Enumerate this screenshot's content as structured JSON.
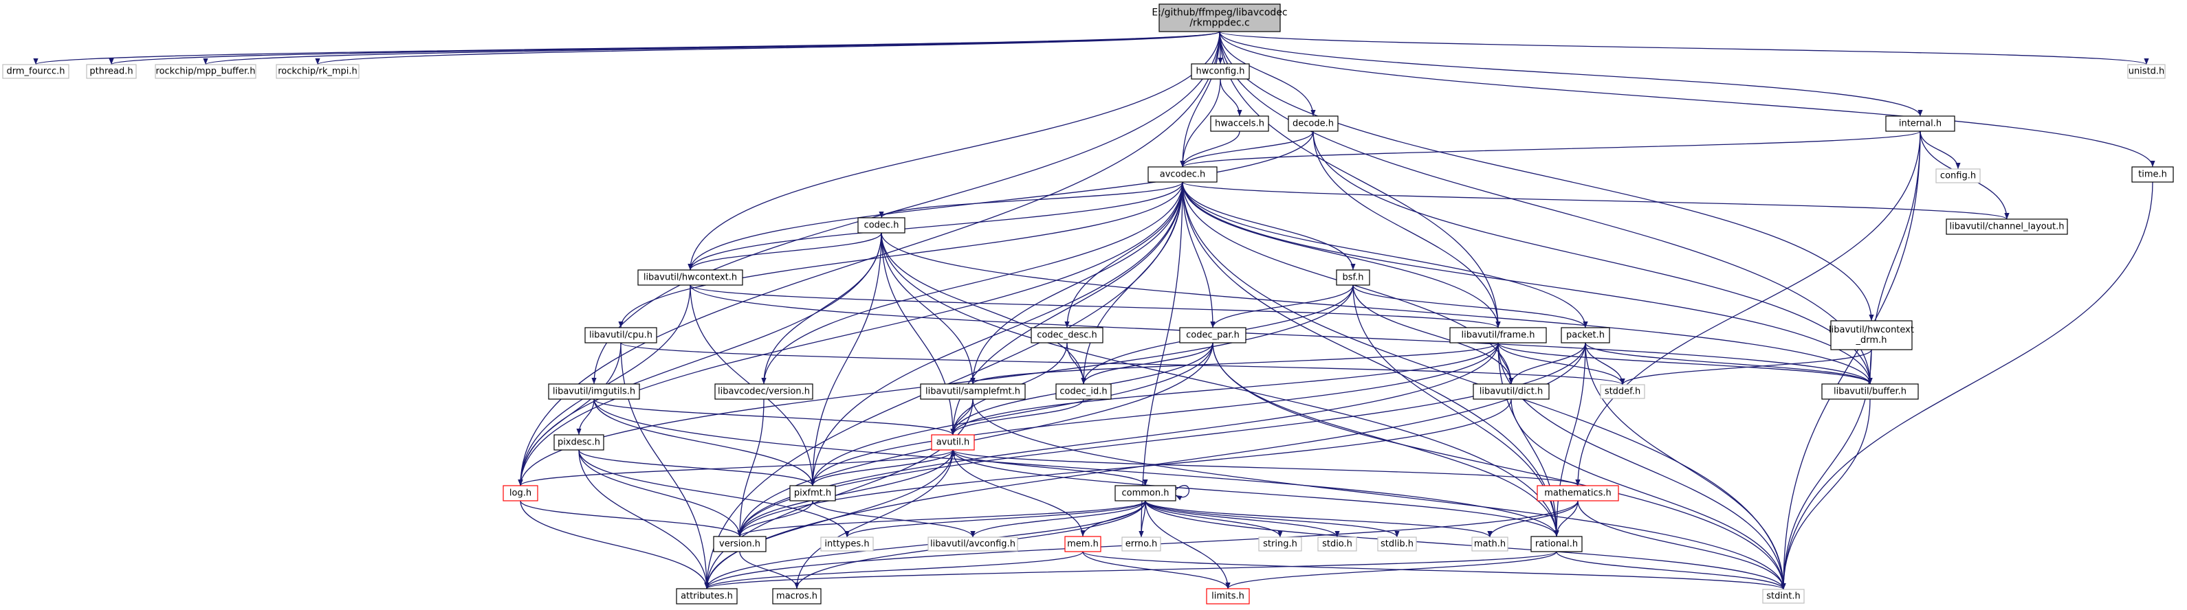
{
  "title": "E:/github/ffmpeg/libavcodec/rkmppdec.c",
  "colors": {
    "edge": "#191970",
    "root_fill": "#bfbfbf",
    "node_border": "#000000",
    "external_border": "#bfbfbf",
    "incomplete_border": "#ff0000"
  },
  "nodes": {
    "root": {
      "label": [
        "E:/github/ffmpeg/libavcodec",
        "/rkmppdec.c"
      ],
      "style": "root"
    },
    "drm_fourcc": {
      "label": [
        "drm_fourcc.h"
      ],
      "style": "ext"
    },
    "pthread": {
      "label": [
        "pthread.h"
      ],
      "style": "ext"
    },
    "mpp_buffer": {
      "label": [
        "rockchip/mpp_buffer.h"
      ],
      "style": "ext"
    },
    "rk_mpi": {
      "label": [
        "rockchip/rk_mpi.h"
      ],
      "style": "ext"
    },
    "unistd": {
      "label": [
        "unistd.h"
      ],
      "style": "ext"
    },
    "hwconfig": {
      "label": [
        "hwconfig.h"
      ],
      "style": "normal"
    },
    "hwaccels": {
      "label": [
        "hwaccels.h"
      ],
      "style": "normal"
    },
    "decode": {
      "label": [
        "decode.h"
      ],
      "style": "normal"
    },
    "internal": {
      "label": [
        "internal.h"
      ],
      "style": "normal"
    },
    "time": {
      "label": [
        "time.h"
      ],
      "style": "normal"
    },
    "avcodec": {
      "label": [
        "avcodec.h"
      ],
      "style": "normal"
    },
    "config": {
      "label": [
        "config.h"
      ],
      "style": "ext"
    },
    "channel_layout": {
      "label": [
        "libavutil/channel_layout.h"
      ],
      "style": "normal"
    },
    "codec": {
      "label": [
        "codec.h"
      ],
      "style": "normal"
    },
    "hwcontext": {
      "label": [
        "libavutil/hwcontext.h"
      ],
      "style": "normal"
    },
    "bsf": {
      "label": [
        "bsf.h"
      ],
      "style": "normal"
    },
    "cpu": {
      "label": [
        "libavutil/cpu.h"
      ],
      "style": "normal"
    },
    "codec_desc": {
      "label": [
        "codec_desc.h"
      ],
      "style": "normal"
    },
    "codec_par": {
      "label": [
        "codec_par.h"
      ],
      "style": "normal"
    },
    "frame": {
      "label": [
        "libavutil/frame.h"
      ],
      "style": "normal"
    },
    "packet": {
      "label": [
        "packet.h"
      ],
      "style": "normal"
    },
    "hwcontext_drm": {
      "label": [
        "libavutil/hwcontext",
        "_drm.h"
      ],
      "style": "normal"
    },
    "imgutils": {
      "label": [
        "libavutil/imgutils.h"
      ],
      "style": "normal"
    },
    "lavc_version": {
      "label": [
        "libavcodec/version.h"
      ],
      "style": "normal"
    },
    "samplefmt": {
      "label": [
        "libavutil/samplefmt.h"
      ],
      "style": "normal"
    },
    "codec_id": {
      "label": [
        "codec_id.h"
      ],
      "style": "normal"
    },
    "stddef": {
      "label": [
        "stddef.h"
      ],
      "style": "ext"
    },
    "dict": {
      "label": [
        "libavutil/dict.h"
      ],
      "style": "normal"
    },
    "buffer": {
      "label": [
        "libavutil/buffer.h"
      ],
      "style": "normal"
    },
    "pixdesc": {
      "label": [
        "pixdesc.h"
      ],
      "style": "normal"
    },
    "avutil": {
      "label": [
        "avutil.h"
      ],
      "style": "red"
    },
    "log": {
      "label": [
        "log.h"
      ],
      "style": "red"
    },
    "pixfmt": {
      "label": [
        "pixfmt.h"
      ],
      "style": "normal"
    },
    "common": {
      "label": [
        "common.h"
      ],
      "style": "normal"
    },
    "mathematics": {
      "label": [
        "mathematics.h"
      ],
      "style": "red"
    },
    "version": {
      "label": [
        "version.h"
      ],
      "style": "normal"
    },
    "inttypes": {
      "label": [
        "inttypes.h"
      ],
      "style": "ext"
    },
    "avconfig": {
      "label": [
        "libavutil/avconfig.h"
      ],
      "style": "ext"
    },
    "mem": {
      "label": [
        "mem.h"
      ],
      "style": "red"
    },
    "errno": {
      "label": [
        "errno.h"
      ],
      "style": "ext"
    },
    "string": {
      "label": [
        "string.h"
      ],
      "style": "ext"
    },
    "stdio": {
      "label": [
        "stdio.h"
      ],
      "style": "ext"
    },
    "stdlib": {
      "label": [
        "stdlib.h"
      ],
      "style": "ext"
    },
    "math": {
      "label": [
        "math.h"
      ],
      "style": "ext"
    },
    "rational": {
      "label": [
        "rational.h"
      ],
      "style": "normal"
    },
    "attributes": {
      "label": [
        "attributes.h"
      ],
      "style": "normal"
    },
    "macros": {
      "label": [
        "macros.h"
      ],
      "style": "normal"
    },
    "limits": {
      "label": [
        "limits.h"
      ],
      "style": "red"
    },
    "stdint": {
      "label": [
        "stdint.h"
      ],
      "style": "ext"
    }
  },
  "edges": [
    [
      "root",
      "drm_fourcc"
    ],
    [
      "root",
      "pthread"
    ],
    [
      "root",
      "mpp_buffer"
    ],
    [
      "root",
      "rk_mpi"
    ],
    [
      "root",
      "unistd"
    ],
    [
      "root",
      "hwconfig"
    ],
    [
      "root",
      "decode"
    ],
    [
      "root",
      "internal"
    ],
    [
      "root",
      "time"
    ],
    [
      "root",
      "avcodec"
    ],
    [
      "root",
      "hwcontext"
    ],
    [
      "root",
      "frame"
    ],
    [
      "root",
      "hwcontext_drm"
    ],
    [
      "root",
      "imgutils"
    ],
    [
      "root",
      "log"
    ],
    [
      "root",
      "buffer"
    ],
    [
      "hwconfig",
      "hwaccels"
    ],
    [
      "hwconfig",
      "avcodec"
    ],
    [
      "hwaccels",
      "avcodec"
    ],
    [
      "decode",
      "avcodec"
    ],
    [
      "decode",
      "frame"
    ],
    [
      "decode",
      "hwcontext"
    ],
    [
      "decode",
      "buffer"
    ],
    [
      "internal",
      "avcodec"
    ],
    [
      "internal",
      "config"
    ],
    [
      "internal",
      "channel_layout"
    ],
    [
      "internal",
      "buffer"
    ],
    [
      "internal",
      "mathematics"
    ],
    [
      "internal",
      "stdint"
    ],
    [
      "time",
      "stdint"
    ],
    [
      "avcodec",
      "codec"
    ],
    [
      "avcodec",
      "hwcontext"
    ],
    [
      "avcodec",
      "channel_layout"
    ],
    [
      "avcodec",
      "bsf"
    ],
    [
      "avcodec",
      "cpu"
    ],
    [
      "avcodec",
      "codec_desc"
    ],
    [
      "avcodec",
      "codec_par"
    ],
    [
      "avcodec",
      "frame"
    ],
    [
      "avcodec",
      "packet"
    ],
    [
      "avcodec",
      "lavc_version"
    ],
    [
      "avcodec",
      "samplefmt"
    ],
    [
      "avcodec",
      "codec_id"
    ],
    [
      "avcodec",
      "dict"
    ],
    [
      "avcodec",
      "buffer"
    ],
    [
      "avcodec",
      "avutil"
    ],
    [
      "avcodec",
      "log"
    ],
    [
      "avcodec",
      "pixfmt"
    ],
    [
      "avcodec",
      "attributes"
    ],
    [
      "avcodec",
      "rational"
    ],
    [
      "avcodec",
      "errno"
    ],
    [
      "avcodec",
      "stdint"
    ],
    [
      "codec",
      "hwcontext"
    ],
    [
      "codec",
      "lavc_version"
    ],
    [
      "codec",
      "samplefmt"
    ],
    [
      "codec",
      "codec_id"
    ],
    [
      "codec",
      "avutil"
    ],
    [
      "codec",
      "log"
    ],
    [
      "codec",
      "pixfmt"
    ],
    [
      "codec",
      "rational"
    ],
    [
      "codec",
      "buffer"
    ],
    [
      "hwcontext",
      "frame"
    ],
    [
      "hwcontext",
      "buffer"
    ],
    [
      "hwcontext",
      "pixfmt"
    ],
    [
      "hwcontext",
      "log"
    ],
    [
      "bsf",
      "codec_par"
    ],
    [
      "bsf",
      "codec_id"
    ],
    [
      "bsf",
      "packet"
    ],
    [
      "bsf",
      "dict"
    ],
    [
      "bsf",
      "rational"
    ],
    [
      "bsf",
      "log"
    ],
    [
      "cpu",
      "log"
    ],
    [
      "cpu",
      "attributes"
    ],
    [
      "cpu",
      "stddef"
    ],
    [
      "codec_desc",
      "codec_id"
    ],
    [
      "codec_desc",
      "avutil"
    ],
    [
      "codec_par",
      "codec_id"
    ],
    [
      "codec_par",
      "avutil"
    ],
    [
      "codec_par",
      "pixfmt"
    ],
    [
      "codec_par",
      "rational"
    ],
    [
      "codec_par",
      "version"
    ],
    [
      "codec_par",
      "stdint"
    ],
    [
      "frame",
      "dict"
    ],
    [
      "frame",
      "buffer"
    ],
    [
      "frame",
      "avutil"
    ],
    [
      "frame",
      "pixfmt"
    ],
    [
      "frame",
      "rational"
    ],
    [
      "frame",
      "samplefmt"
    ],
    [
      "frame",
      "stddef"
    ],
    [
      "frame",
      "version"
    ],
    [
      "frame",
      "stdint"
    ],
    [
      "packet",
      "buffer"
    ],
    [
      "packet",
      "dict"
    ],
    [
      "packet",
      "stddef"
    ],
    [
      "packet",
      "rational"
    ],
    [
      "packet",
      "attributes"
    ],
    [
      "packet",
      "version"
    ],
    [
      "packet",
      "stdint"
    ],
    [
      "hwcontext_drm",
      "stddef"
    ],
    [
      "hwcontext_drm",
      "stdint"
    ],
    [
      "imgutils",
      "avutil"
    ],
    [
      "imgutils",
      "pixdesc"
    ],
    [
      "imgutils",
      "pixfmt"
    ],
    [
      "imgutils",
      "rational"
    ],
    [
      "lavc_version",
      "version"
    ],
    [
      "samplefmt",
      "avutil"
    ],
    [
      "samplefmt",
      "attributes"
    ],
    [
      "samplefmt",
      "stdint"
    ],
    [
      "codec_id",
      "avutil"
    ],
    [
      "dict",
      "version"
    ],
    [
      "dict",
      "stdint"
    ],
    [
      "buffer",
      "stdint"
    ],
    [
      "pixdesc",
      "pixfmt"
    ],
    [
      "pixdesc",
      "attributes"
    ],
    [
      "pixdesc",
      "version"
    ],
    [
      "pixdesc",
      "inttypes"
    ],
    [
      "avutil",
      "log"
    ],
    [
      "avutil",
      "pixfmt"
    ],
    [
      "avutil",
      "common"
    ],
    [
      "avutil",
      "mathematics"
    ],
    [
      "avutil",
      "rational"
    ],
    [
      "avutil",
      "version"
    ],
    [
      "avutil",
      "macros"
    ],
    [
      "avutil",
      "attributes"
    ],
    [
      "log",
      "attributes"
    ],
    [
      "log",
      "version"
    ],
    [
      "pixfmt",
      "version"
    ],
    [
      "pixfmt",
      "avconfig"
    ],
    [
      "common",
      "common"
    ],
    [
      "common",
      "attributes"
    ],
    [
      "common",
      "macros"
    ],
    [
      "common",
      "version"
    ],
    [
      "common",
      "mem"
    ],
    [
      "common",
      "errno"
    ],
    [
      "common",
      "inttypes"
    ],
    [
      "common",
      "limits"
    ],
    [
      "common",
      "math"
    ],
    [
      "common",
      "stdint"
    ],
    [
      "common",
      "stdio"
    ],
    [
      "common",
      "stdlib"
    ],
    [
      "common",
      "string"
    ],
    [
      "common",
      "avconfig"
    ],
    [
      "mathematics",
      "rational"
    ],
    [
      "mathematics",
      "math"
    ],
    [
      "mathematics",
      "attributes"
    ],
    [
      "mathematics",
      "stdint"
    ],
    [
      "version",
      "macros"
    ],
    [
      "mem",
      "attributes"
    ],
    [
      "mem",
      "avutil"
    ],
    [
      "mem",
      "limits"
    ],
    [
      "mem",
      "stdint"
    ],
    [
      "rational",
      "attributes"
    ],
    [
      "rational",
      "limits"
    ],
    [
      "rational",
      "stdint"
    ]
  ]
}
